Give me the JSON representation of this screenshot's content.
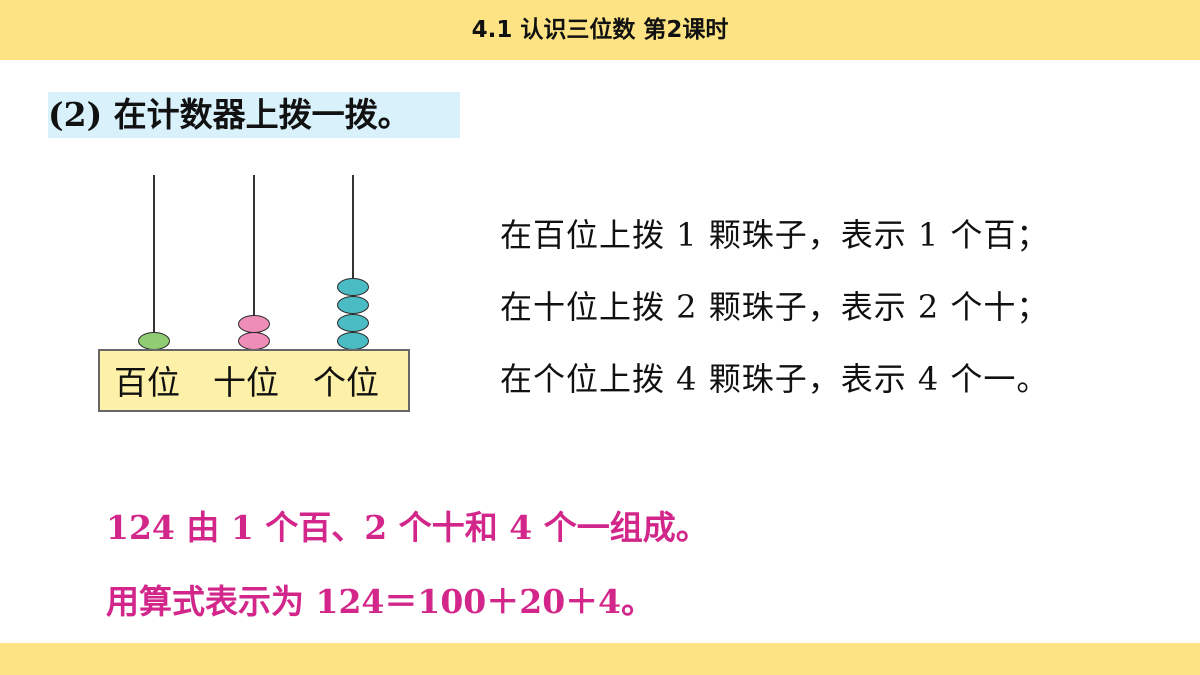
{
  "header": {
    "title": "4.1  认识三位数 第2课时"
  },
  "heading": {
    "text": "(2) 在计数器上拨一拨。"
  },
  "abacus": {
    "labels": [
      "百位",
      "十位",
      "个位"
    ],
    "beads": {
      "hundreds": 1,
      "tens": 2,
      "ones": 4
    },
    "colors": {
      "hundreds": "#8fcc74",
      "tens": "#ef8db9",
      "ones": "#4bbcc3",
      "base": "#fdf0a8"
    }
  },
  "description": [
    "在百位上拨 1 颗珠子，表示 1 个百；",
    "在十位上拨 2 颗珠子，表示 2 个十；",
    "在个位上拨 4 颗珠子，表示 4 个一。"
  ],
  "summary": [
    "124 由 1 个百、2 个十和 4 个一组成。",
    "用算式表示为 124＝100＋20＋4。"
  ],
  "colors": {
    "bar": "#fde383",
    "heading_highlight": "#d9f1fb",
    "summary_text": "#d2268a"
  }
}
